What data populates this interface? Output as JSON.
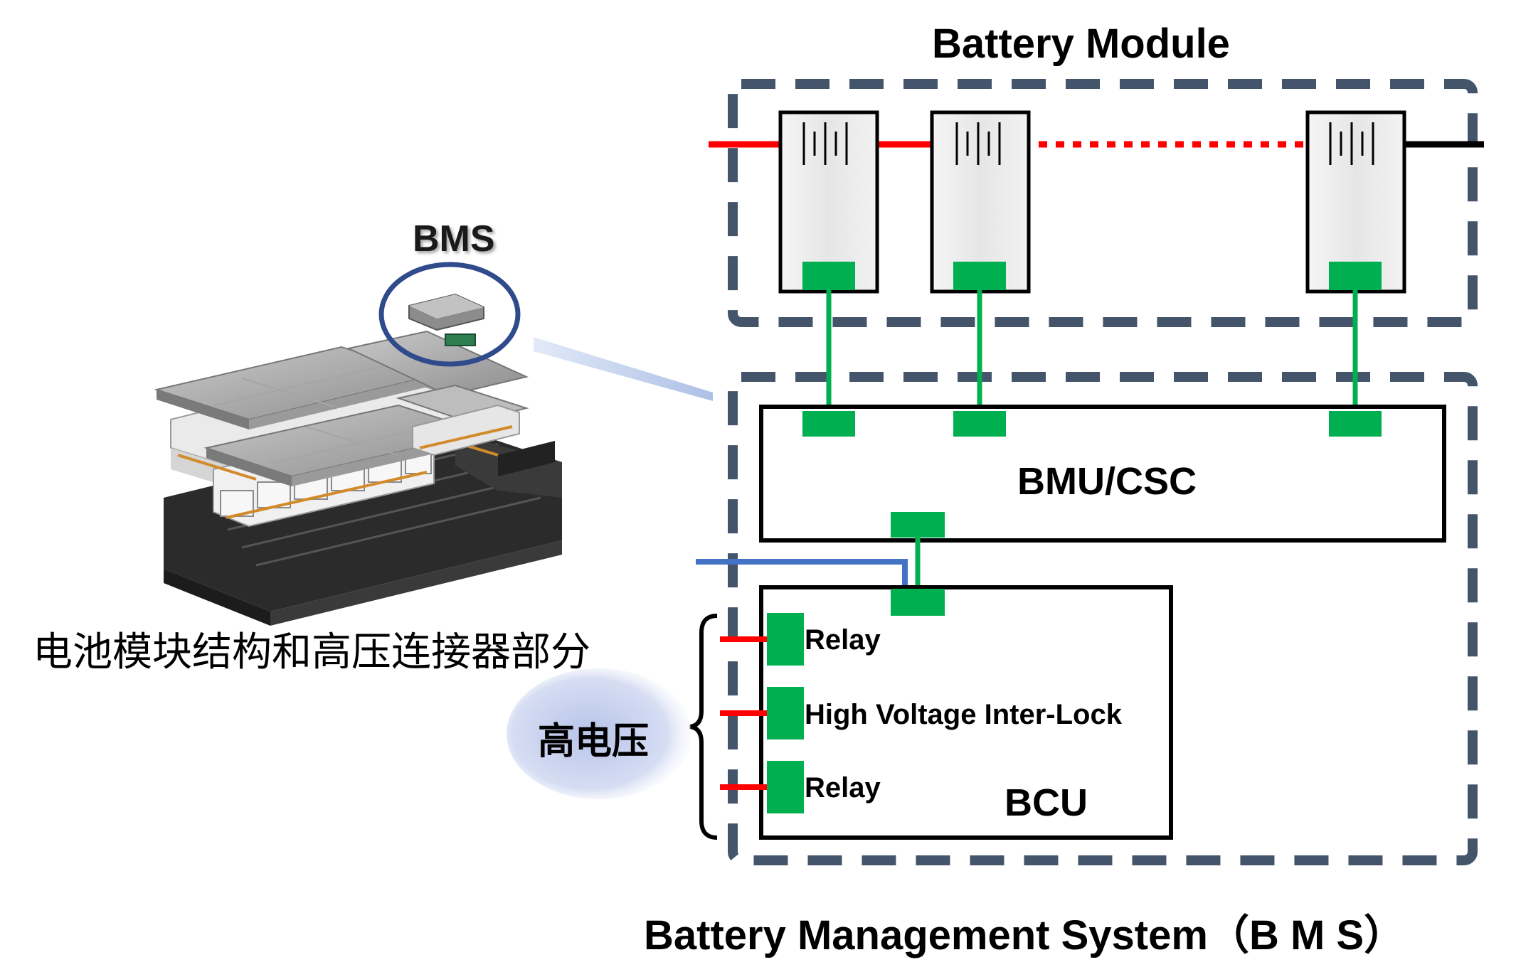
{
  "diagram": {
    "battery_module_title": "Battery Module",
    "bms_label": "BMS",
    "pack_caption": "电池模块结构和高压连接器部分",
    "bmu_label": "BMU/CSC",
    "bcu_label": "BCU",
    "bcu_ports": [
      "Relay",
      "High Voltage Inter-Lock",
      "Relay"
    ],
    "high_voltage_label": "高电压",
    "footer_title": "Battery Management System（B M S）"
  },
  "colors": {
    "dash_border": "#44546a",
    "power_line": "#ff0000",
    "signal_green": "#00b050",
    "comm_blue": "#4472c4",
    "ground_line": "#000000",
    "bms_circle": "#2f4b8c",
    "hv_ellipse": "#c9d3ef"
  },
  "icons": [
    "battery-cell-icon",
    "battery-pack-image",
    "bms-board-image"
  ]
}
